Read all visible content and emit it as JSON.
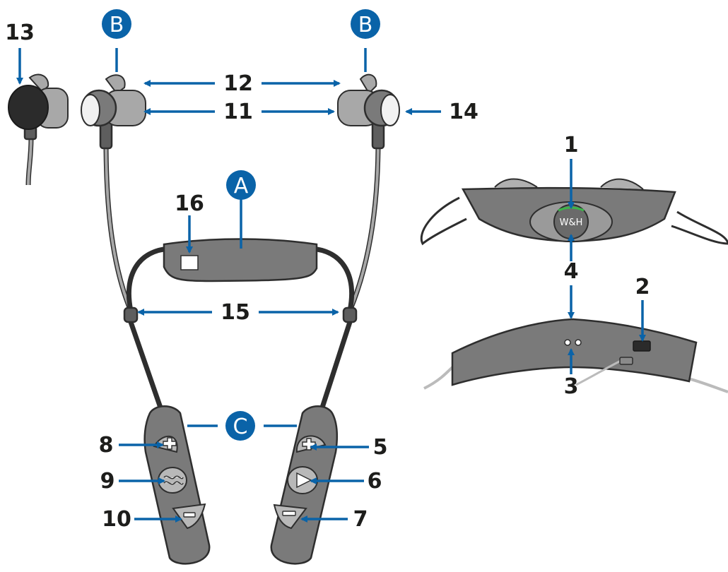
{
  "labels": {
    "l1": "1",
    "l2": "2",
    "l3": "3",
    "l4": "4",
    "l5": "5",
    "l6": "6",
    "l7": "7",
    "l8": "8",
    "l9": "9",
    "l10": "10",
    "l11": "11",
    "l12": "12",
    "l13": "13",
    "l14": "14",
    "l15": "15",
    "l16": "16"
  },
  "badges": {
    "A": "A",
    "B": "B",
    "C": "C"
  },
  "logo_text": "W&H",
  "colors": {
    "accent": "#0a63a8",
    "device": "#7a7a7a",
    "outline": "#2e2e2e"
  }
}
